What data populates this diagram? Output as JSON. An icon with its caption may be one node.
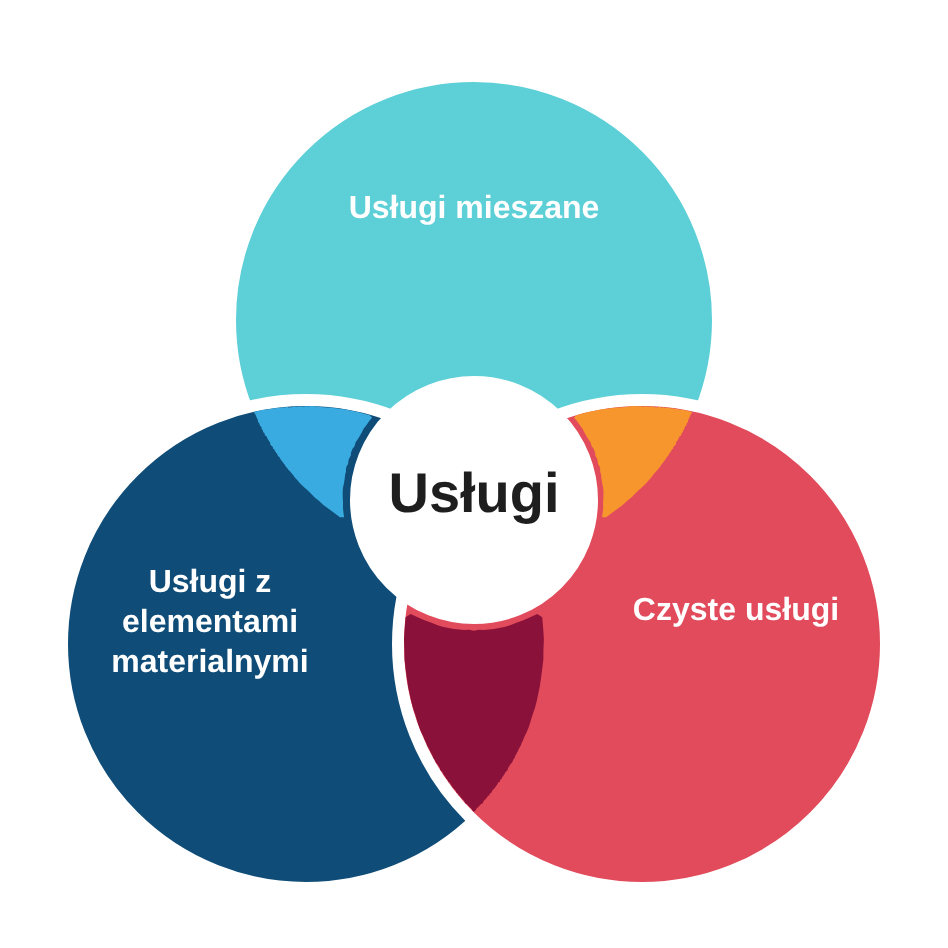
{
  "diagram": {
    "nodes": [
      {
        "text": [
          "Usługi mieszane"
        ]
      },
      {
        "text": [
          "Usługi z elementami materialnymi"
        ]
      },
      {
        "text": [
          "Czyste usługi"
        ]
      },
      {
        "text": [],
        "shape": "lens"
      },
      {
        "text": [],
        "shape": "lens"
      },
      {
        "text": [],
        "shape": "lens"
      },
      {
        "text": [
          "Usługi"
        ]
      }
    ]
  }
}
